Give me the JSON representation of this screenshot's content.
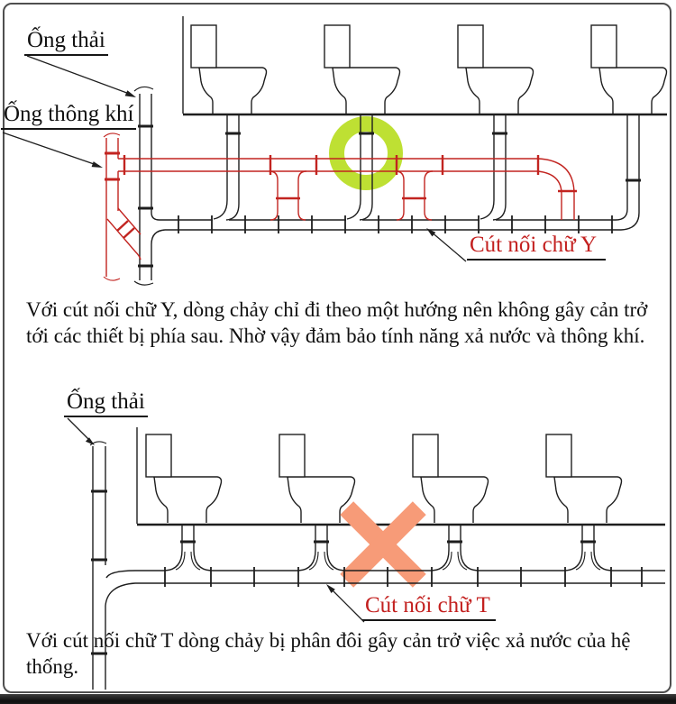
{
  "page": {
    "background": "#ffffff",
    "border_color": "#4f4f4f"
  },
  "status_colors": {
    "approved_ring_green": "#bee033",
    "rejected_x_salmon": "#f79b78",
    "pipe_red": "#c22420",
    "label_red": "#c3201f",
    "line_black": "#1e1e1e"
  },
  "icons": {
    "approved_marker": "green-ring",
    "rejected_marker": "orange-x-cross"
  },
  "top_diagram": {
    "label_waste_pipe": "Ống thải",
    "label_vent_pipe": "Ống thông khí",
    "label_joint": "Cút nối chữ Y",
    "caption": "Với cút nối chữ Y, dòng chảy chỉ đi theo một hướng nên không gây cản trở tới các thiết bị phía sau. Nhờ vậy đảm bảo tính năng xả nước và thông khí."
  },
  "bottom_diagram": {
    "label_waste_pipe": "Ống thải",
    "label_joint": "Cút nối chữ T",
    "caption": "Với cút nối chữ T dòng chảy bị phân đôi gây cản trở việc xả nước của hệ thống."
  }
}
